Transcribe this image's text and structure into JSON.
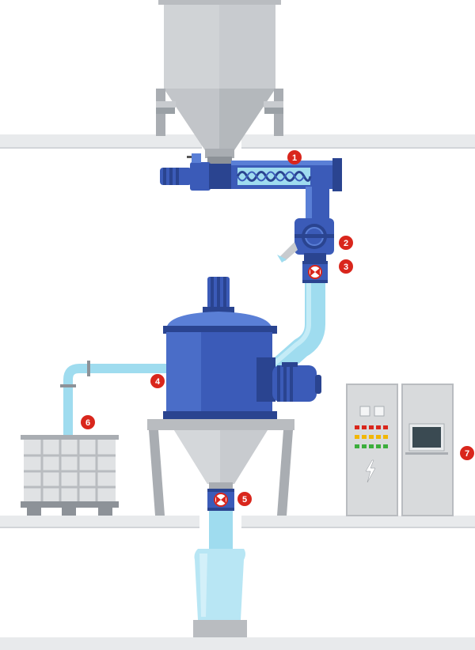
{
  "colors": {
    "background": "#ffffff",
    "floor": "#e8eaec",
    "floor_edge": "#d2d5d9",
    "steel_light": "#c8cbcf",
    "steel_mid": "#a9adb2",
    "steel_dark": "#8d9298",
    "equipment_blue": "#3b5bb8",
    "equipment_blue_light": "#5a7fd6",
    "equipment_blue_dark": "#2a4490",
    "pipe_cyan": "#9fdcef",
    "pipe_cyan_dark": "#6fc3dd",
    "bag_cyan": "#b8e6f4",
    "badge_red": "#d9261c",
    "cabinet": "#d8dadc",
    "cabinet_dark": "#b9bcc0",
    "screen": "#3a4a52"
  },
  "callouts": [
    {
      "label": "1",
      "name": "screw-conveyor"
    },
    {
      "label": "2",
      "name": "rotary-valve"
    },
    {
      "label": "3",
      "name": "butterfly-valve-upper"
    },
    {
      "label": "4",
      "name": "liquid-inlet-line"
    },
    {
      "label": "5",
      "name": "butterfly-valve-lower"
    },
    {
      "label": "6",
      "name": "ibc-container"
    },
    {
      "label": "7",
      "name": "control-cabinet"
    }
  ],
  "indicator_lights": {
    "rows": [
      [
        "#d9261c",
        "#d9261c",
        "#d9261c",
        "#d9261c",
        "#d9261c"
      ],
      [
        "#f2b705",
        "#f2b705",
        "#f2b705",
        "#f2b705",
        "#f2b705"
      ],
      [
        "#3cae3c",
        "#3cae3c",
        "#3cae3c",
        "#3cae3c",
        "#3cae3c"
      ]
    ]
  },
  "icons": {
    "hazard": "high-voltage-icon",
    "valve": "butterfly-valve-icon"
  }
}
